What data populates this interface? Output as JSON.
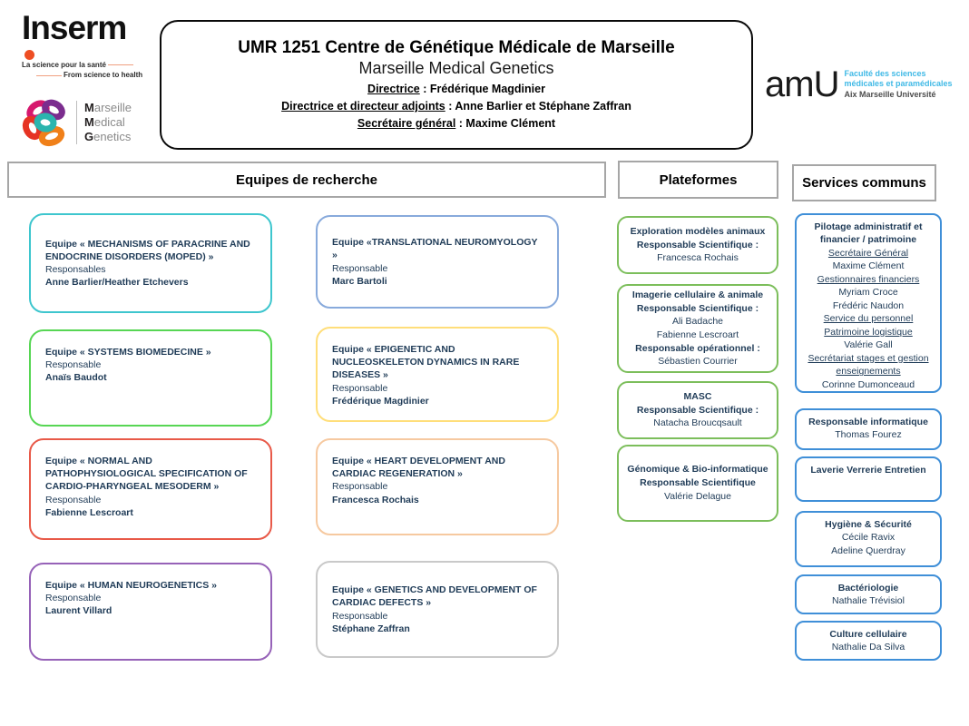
{
  "header": {
    "inserm": {
      "word": "Inserm",
      "tagline_fr": "La science pour la santé",
      "tagline_en": "From science to health"
    },
    "mmg": {
      "lines": [
        "Marseille",
        "Medical",
        "Genetics"
      ]
    },
    "title_box": {
      "title": "UMR 1251 Centre de Génétique Médicale de Marseille",
      "subtitle": "Marseille Medical Genetics",
      "rows": [
        {
          "label": "Directrice",
          "value": " : Frédérique Magdinier"
        },
        {
          "label": "Directrice et directeur adjoints",
          "value": " : Anne Barlier et Stéphane Zaffran"
        },
        {
          "label": "Secrétaire général",
          "value": " : Maxime Clément"
        }
      ]
    },
    "amu": {
      "word": "amU",
      "line1": "Faculté des sciences",
      "line2": "médicales et paramédicales",
      "line3": "Aix Marseille Université"
    }
  },
  "sections": {
    "research": "Equipes de recherche",
    "platforms": "Plateformes",
    "services": "Services communs"
  },
  "colors": {
    "team_teal": "#3EC6CE",
    "team_green": "#57D654",
    "team_red": "#E85948",
    "team_purple": "#9662B8",
    "team_blue": "#88AADC",
    "team_yellow": "#FFDE7A",
    "team_peach": "#F6C9A0",
    "team_gray": "#C9C9C9",
    "platform_green": "#7CBE5B",
    "service_blue": "#3F8FD8"
  },
  "teams": [
    {
      "title": "Equipe « MECHANISMS OF PARACRINE AND ENDOCRINE DISORDERS (MOPED) »",
      "role": "Responsables",
      "names": "Anne Barlier/Heather Etchevers"
    },
    {
      "title": "Equipe « SYSTEMS BIOMEDECINE »",
      "role": "Responsable",
      "names": "Anaïs Baudot"
    },
    {
      "title": "Equipe « NORMAL AND PATHOPHYSIOLOGICAL SPECIFICATION OF CARDIO-PHARYNGEAL MESODERM »",
      "role": "Responsable",
      "names": "Fabienne Lescroart"
    },
    {
      "title": "Equipe « HUMAN NEUROGENETICS »",
      "role": "Responsable",
      "names": "Laurent Villard"
    },
    {
      "title": "Equipe «TRANSLATIONAL NEUROMYOLOGY »",
      "role": "Responsable",
      "names": "Marc Bartoli"
    },
    {
      "title": "Equipe « EPIGENETIC AND NUCLEOSKELETON DYNAMICS IN RARE DISEASES »",
      "role": "Responsable",
      "names": "Frédérique Magdinier"
    },
    {
      "title": "Equipe « HEART DEVELOPMENT AND CARDIAC REGENERATION »",
      "role": "Responsable",
      "names": "Francesca Rochais"
    },
    {
      "title": "Equipe « GENETICS AND DEVELOPMENT OF CARDIAC DEFECTS »",
      "role": "Responsable",
      "names": "Stéphane Zaffran"
    }
  ],
  "platforms": [
    {
      "lines": [
        "Exploration modèles animaux",
        "Responsable Scientifique :",
        "Francesca Rochais"
      ]
    },
    {
      "lines": [
        "Imagerie cellulaire & animale",
        "Responsable Scientifique :",
        "Ali Badache",
        "Fabienne Lescroart",
        "Responsable opérationnel :",
        "Sébastien Courrier"
      ]
    },
    {
      "lines": [
        "MASC",
        "Responsable Scientifique :",
        "Natacha Broucqsault"
      ]
    },
    {
      "lines": [
        "Génomique & Bio-informatique",
        "Responsable Scientifique",
        "Valérie Delague"
      ]
    }
  ],
  "services": [
    {
      "title": "Pilotage administratif et financier / patrimoine",
      "entries": [
        "Secrétaire Général",
        "Maxime Clément",
        "Gestionnaires financiers",
        "Myriam Croce",
        "Frédéric Naudon",
        "Service du personnel",
        "Patrimoine logistique",
        "Valérie Gall",
        "Secrétariat stages et gestion enseignements",
        "Corinne Dumonceaud"
      ]
    },
    {
      "lines": [
        "Responsable informatique",
        "Thomas Fourez"
      ]
    },
    {
      "lines": [
        "Laverie Verrerie Entretien"
      ]
    },
    {
      "lines": [
        "Hygiène & Sécurité",
        "Cécile Ravix",
        "Adeline Querdray"
      ]
    },
    {
      "lines": [
        "Bactériologie",
        "Nathalie Trévisiol"
      ]
    },
    {
      "lines": [
        "Culture cellulaire",
        "Nathalie Da Silva"
      ]
    }
  ]
}
